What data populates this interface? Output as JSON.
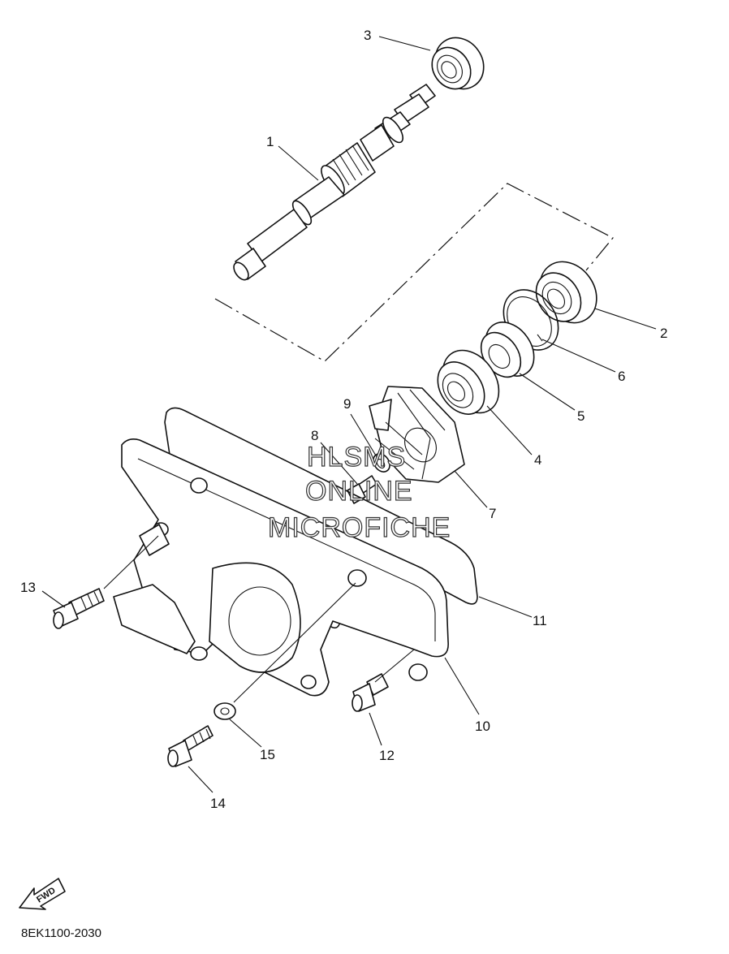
{
  "diagram_code": "8EK1100-2030",
  "watermark": {
    "line1": "HLSMS",
    "line2": "ONLINE",
    "line3": "MICROFICHE"
  },
  "fwd_label": "FWD",
  "callouts": [
    {
      "id": "c1",
      "text": "1"
    },
    {
      "id": "c2",
      "text": "2"
    },
    {
      "id": "c3",
      "text": "3"
    },
    {
      "id": "c4",
      "text": "4"
    },
    {
      "id": "c5",
      "text": "5"
    },
    {
      "id": "c6",
      "text": "6"
    },
    {
      "id": "c7",
      "text": "7"
    },
    {
      "id": "c8",
      "text": "8"
    },
    {
      "id": "c9",
      "text": "9"
    },
    {
      "id": "c10",
      "text": "10"
    },
    {
      "id": "c11",
      "text": "11"
    },
    {
      "id": "c12",
      "text": "12"
    },
    {
      "id": "c13",
      "text": "13"
    },
    {
      "id": "c14",
      "text": "14"
    },
    {
      "id": "c15",
      "text": "15"
    }
  ]
}
